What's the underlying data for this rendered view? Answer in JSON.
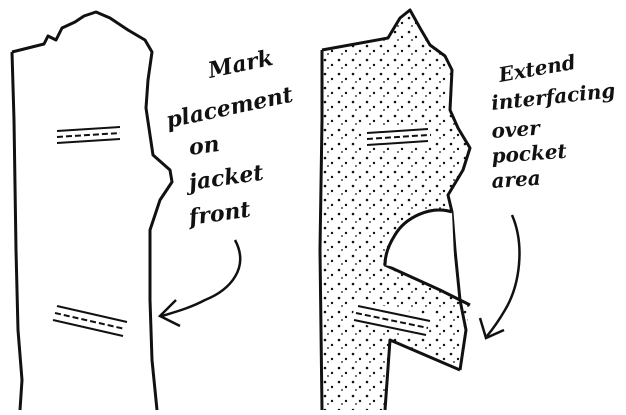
{
  "left_note": {
    "lines": [
      "Mark",
      "placement",
      "on",
      "jacket",
      "front"
    ]
  },
  "right_note": {
    "lines": [
      "Extend",
      "interfacing",
      "over",
      "pocket",
      "area"
    ]
  },
  "colors": {
    "ink": "#111111",
    "paper": "#ffffff"
  }
}
